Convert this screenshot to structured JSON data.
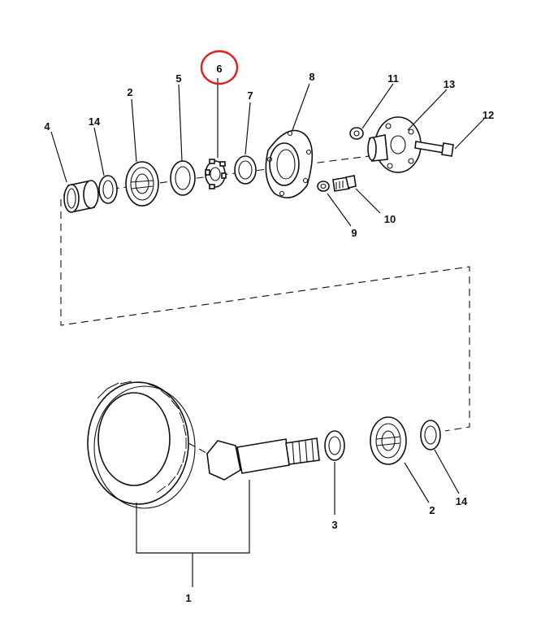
{
  "diagram": {
    "callouts": [
      {
        "id": "c1",
        "text": "1"
      },
      {
        "id": "c2a",
        "text": "2"
      },
      {
        "id": "c2b",
        "text": "2"
      },
      {
        "id": "c3",
        "text": "3"
      },
      {
        "id": "c4",
        "text": "4"
      },
      {
        "id": "c5",
        "text": "5"
      },
      {
        "id": "c6",
        "text": "6"
      },
      {
        "id": "c7",
        "text": "7"
      },
      {
        "id": "c8",
        "text": "8"
      },
      {
        "id": "c9",
        "text": "9"
      },
      {
        "id": "c10",
        "text": "10"
      },
      {
        "id": "c11",
        "text": "11"
      },
      {
        "id": "c12",
        "text": "12"
      },
      {
        "id": "c13",
        "text": "13"
      },
      {
        "id": "c14a",
        "text": "14"
      },
      {
        "id": "c14b",
        "text": "14"
      }
    ],
    "highlight_color": "#e0201c",
    "ink_color": "#111111"
  }
}
